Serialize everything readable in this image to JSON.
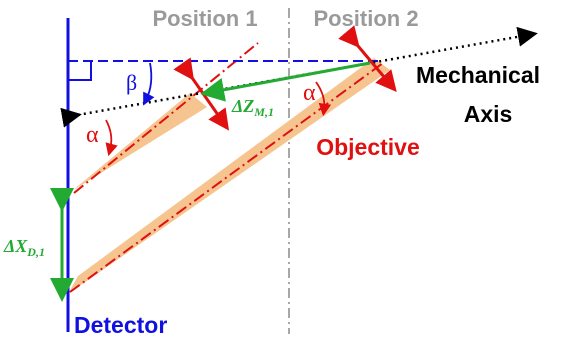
{
  "labels": {
    "position1": "Position 1",
    "position2": "Position 2",
    "mechanical_axis_line1": "Mechanical",
    "mechanical_axis_line2": "Axis",
    "objective": "Objective",
    "detector": "Detector",
    "beta": "β",
    "alpha": "α",
    "delta_z": "ΔZ",
    "delta_z_sub": "M,1",
    "delta_x": "ΔX",
    "delta_x_sub": "D,1"
  },
  "colors": {
    "detector_blue": "#1010e0",
    "objective_red": "#e01010",
    "delta_green": "#22aa33",
    "beam_fill": "#f6c58f",
    "position_gray": "#9a9a9a",
    "axis_black": "#000000"
  }
}
